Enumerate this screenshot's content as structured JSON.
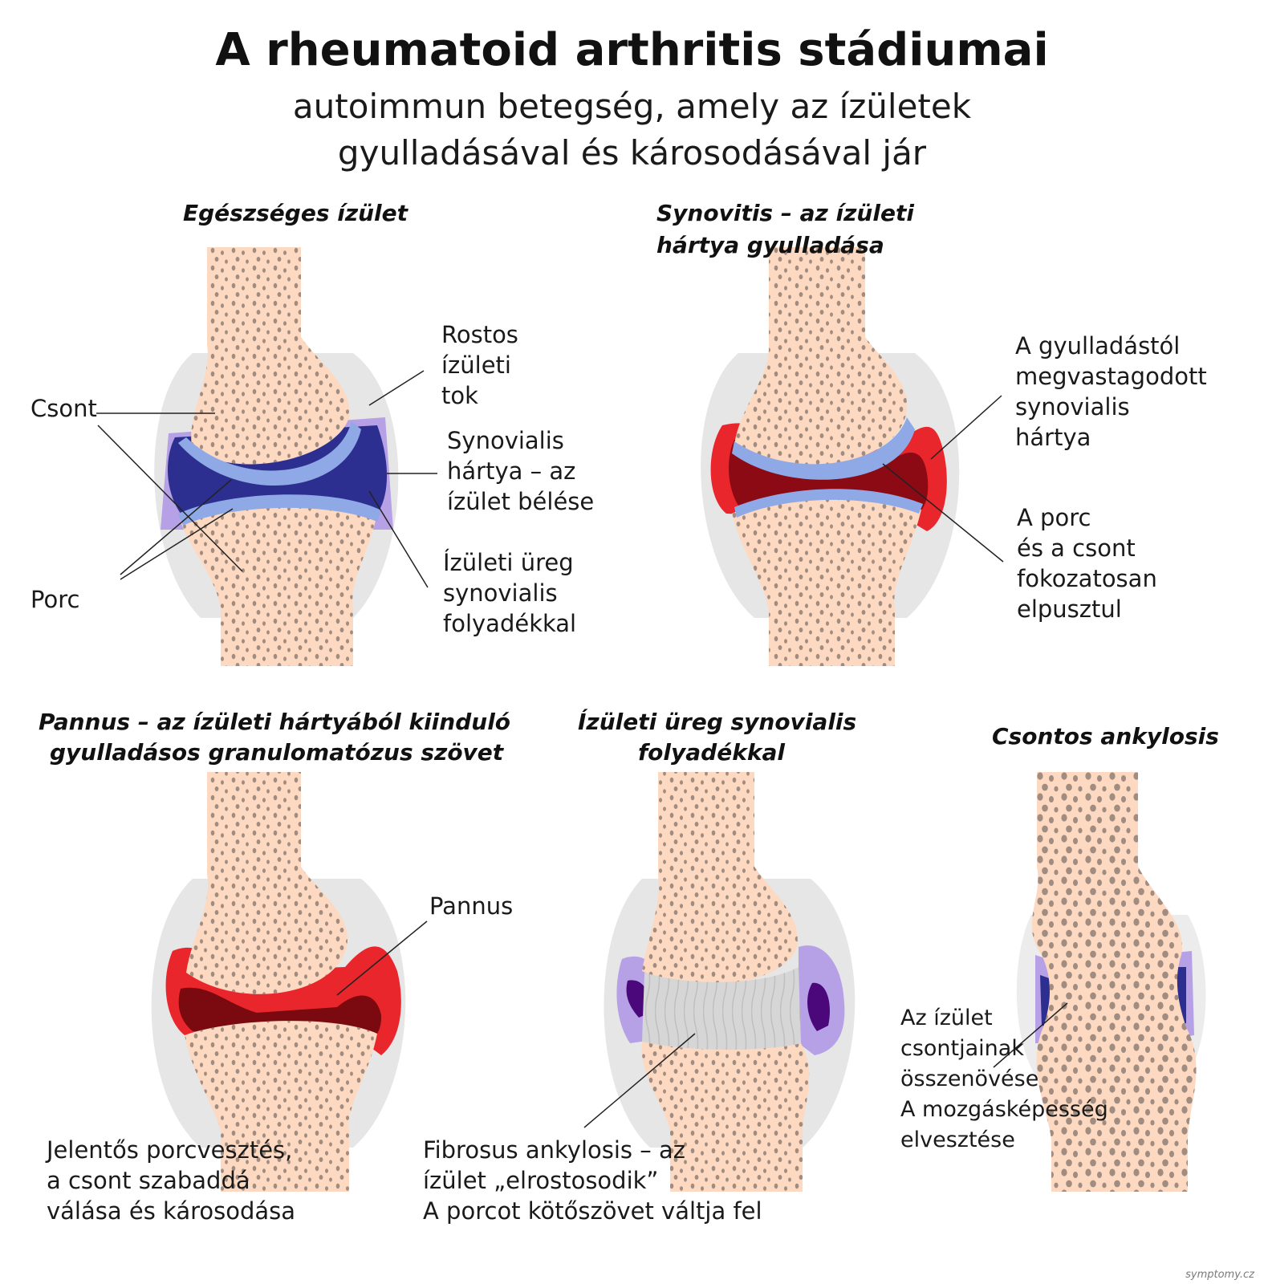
{
  "header": {
    "title": "A rheumatoid arthritis stádiumai",
    "subtitle_line1": "autoimmun betegség, amely az ízületek",
    "subtitle_line2": "gyulladásával és károsodásával jár"
  },
  "panels": {
    "healthy": {
      "title": "Egészséges ízület",
      "labels": {
        "bone": "Csont",
        "cartilage": "Porc",
        "capsule_1": "Rostos",
        "capsule_2": "ízületi",
        "capsule_3": "tok",
        "membrane_1": "Synovialis",
        "membrane_2": "hártya – az",
        "membrane_3": "ízület bélése",
        "cavity_1": "Ízületi üreg",
        "cavity_2": "synovialis",
        "cavity_3": "folyadékkal"
      }
    },
    "synovitis": {
      "title_1": "Synovitis – az ízületi",
      "title_2": "hártya gyulladása",
      "labels": {
        "thick_1": "A gyulladástól",
        "thick_2": "megvastagodott",
        "thick_3": "synovialis",
        "thick_4": "hártya",
        "destroy_1": "A porc",
        "destroy_2": "és a csont",
        "destroy_3": "fokozatosan",
        "destroy_4": "elpusztul"
      }
    },
    "pannus": {
      "title_1": "Pannus – az ízületi hártyából kiinduló",
      "title_2": "gyulladásos granulomatózus szövet",
      "labels": {
        "pannus": "Pannus",
        "loss_1": "Jelentős porcvesztés,",
        "loss_2": "a csont szabaddá",
        "loss_3": "válása és károsodása"
      }
    },
    "fibrous": {
      "title_1": "Ízületi üreg synovialis",
      "title_2": "folyadékkal",
      "labels": {
        "fib_1": "Fibrosus ankylosis – az",
        "fib_2": "ízület „elrostosodik”",
        "fib_3": "A porcot kötőszövet váltja fel"
      }
    },
    "bony": {
      "title": "Csontos ankylosis",
      "labels": {
        "fuse_1": "Az ízület",
        "fuse_2": "csontjainak",
        "fuse_3": "összenövése",
        "fuse_4": "A mozgásképesség",
        "fuse_5": "elvesztése"
      }
    }
  },
  "watermark": "symptomy.cz",
  "colors": {
    "bone": "#fcd9c0",
    "bone_pore": "#a08c80",
    "capsule": "#e6e6e6",
    "cartilage": "#8fa9e6",
    "fluid_healthy": "#2c2f8f",
    "membrane_healthy": "#b6a1e6",
    "inflamed": "#e8262c",
    "inflamed_dark": "#8b0a14",
    "fibrous": "#d4d4d4",
    "fluid_fibrous": "#4a087a"
  }
}
